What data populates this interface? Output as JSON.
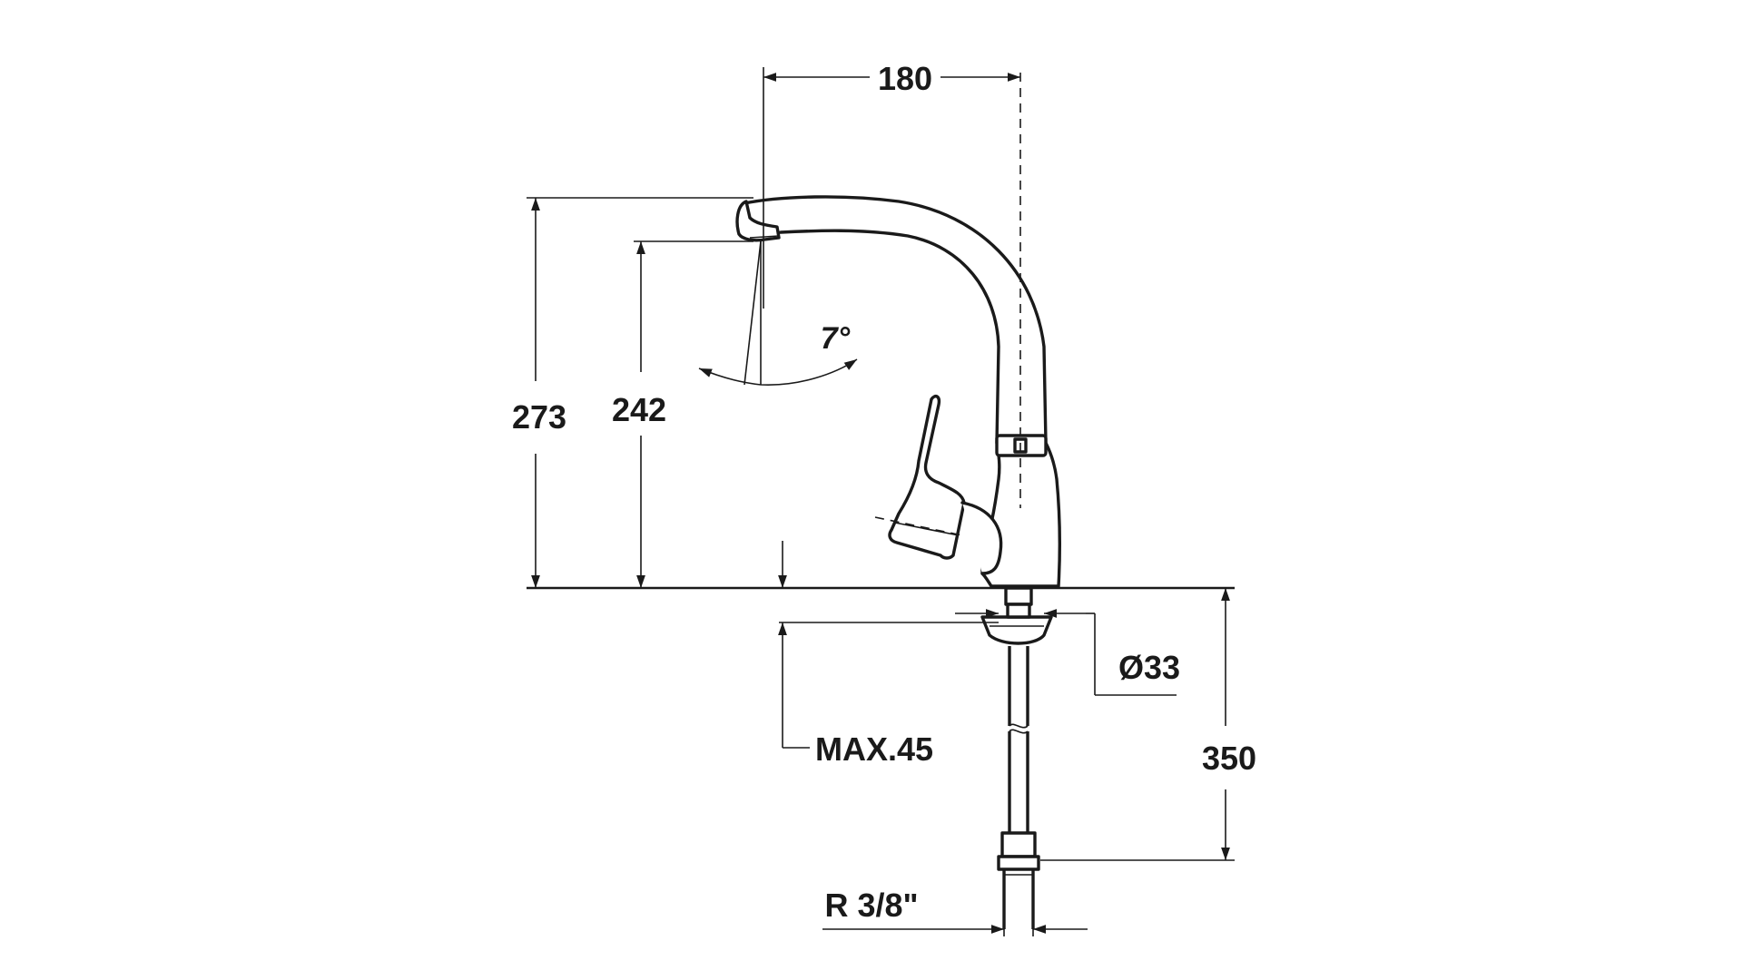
{
  "dimensions": {
    "spout_reach": "180",
    "total_height": "273",
    "spout_height": "242",
    "swivel_angle": "7°",
    "hole_diameter": "Ø33",
    "max_worktop_thickness": "MAX.45",
    "hose_length": "350",
    "connection_thread": "R 3/8\""
  },
  "colors": {
    "line": "#1a1a1a",
    "background": "#ffffff"
  }
}
